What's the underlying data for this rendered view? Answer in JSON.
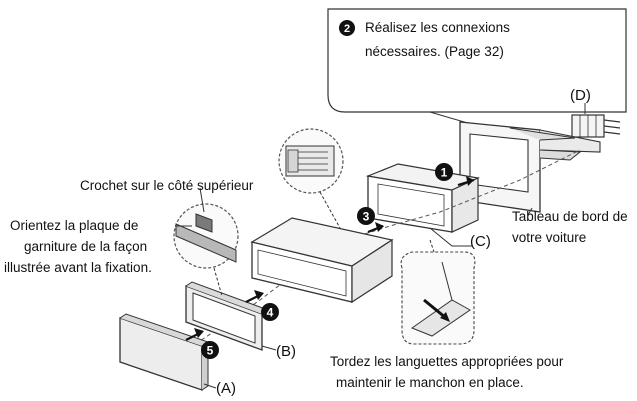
{
  "callout_box": {
    "step_number": "2",
    "line1": "Réalisez les connexions",
    "line2": "nécessaires. (Page 32)"
  },
  "steps": {
    "s1": "1",
    "s3": "3",
    "s4": "4",
    "s5": "5"
  },
  "part_labels": {
    "a": "(A)",
    "b": "(B)",
    "c": "(C)",
    "d": "(D)"
  },
  "annotations": {
    "hook": "Crochet sur le côté supérieur",
    "orient_line1": "Orientez la plaque de",
    "orient_line2": "garniture de la façon",
    "orient_line3": "illustrée avant la fixation.",
    "dash_line1": "Tableau de bord de",
    "dash_line2": "votre voiture",
    "tabs_line1": "Tordez les languettes appropriées pour",
    "tabs_line2": "maintenir le manchon en place."
  }
}
